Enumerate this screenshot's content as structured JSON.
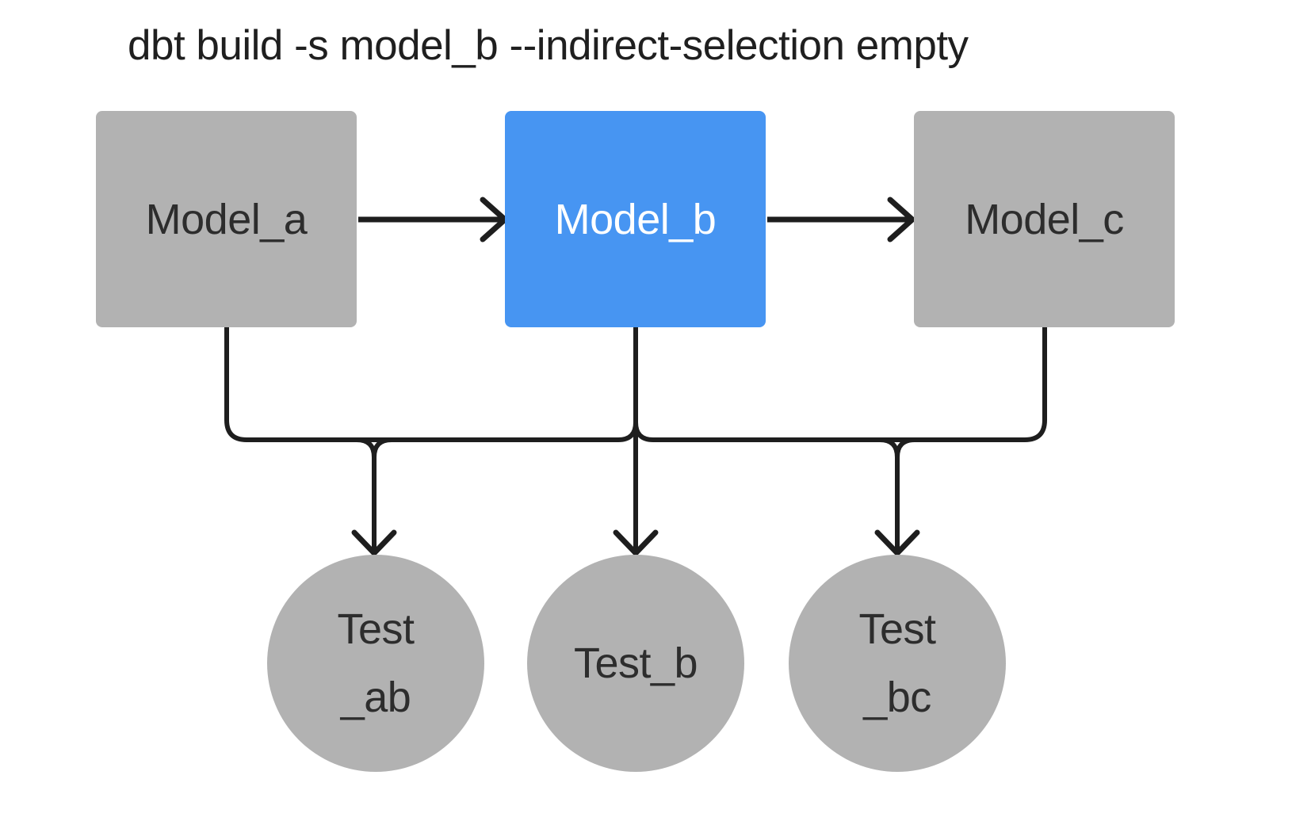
{
  "title": "dbt build -s model_b --indirect-selection empty",
  "colors": {
    "background": "#ffffff",
    "node_gray": "#b2b2b2",
    "node_selected_blue": "#4795f2",
    "edge_black": "#1e1e1e",
    "label_dark": "#2d2d2d",
    "label_light": "#ffffff",
    "title_text": "#1f1f1f"
  },
  "model_nodes": [
    {
      "id": "model_a",
      "label": "Model_a",
      "selected": false
    },
    {
      "id": "model_b",
      "label": "Model_b",
      "selected": true
    },
    {
      "id": "model_c",
      "label": "Model_c",
      "selected": false
    }
  ],
  "test_nodes": [
    {
      "id": "test_ab",
      "lines": [
        "Test",
        "_ab"
      ]
    },
    {
      "id": "test_b",
      "lines": [
        "Test_b"
      ]
    },
    {
      "id": "test_bc",
      "lines": [
        "Test",
        "_bc"
      ]
    }
  ],
  "edges": [
    {
      "from": "model_a",
      "to": "model_b"
    },
    {
      "from": "model_b",
      "to": "model_c"
    },
    {
      "from": "model_a",
      "to": "test_ab"
    },
    {
      "from": "model_b",
      "to": "test_ab"
    },
    {
      "from": "model_b",
      "to": "test_b"
    },
    {
      "from": "model_b",
      "to": "test_bc"
    },
    {
      "from": "model_c",
      "to": "test_bc"
    }
  ]
}
